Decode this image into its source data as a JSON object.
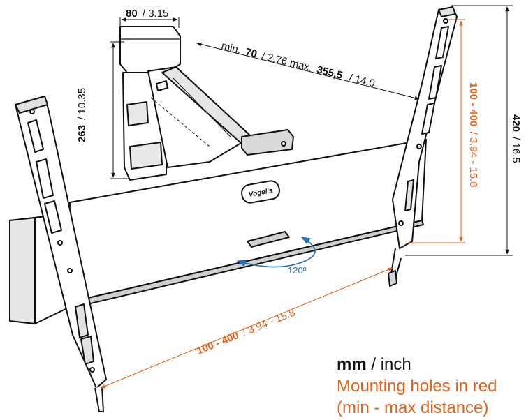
{
  "dimensions": {
    "depth_min_max": {
      "pre_min": "min.",
      "min_bold": "70",
      "min_rest": "/ 2.76 max.",
      "max_bold": "355,5",
      "max_rest": "/ 14.0"
    },
    "arm_width": {
      "bold": "80",
      "rest": "/ 3.15"
    },
    "arm_height": {
      "bold": "263",
      "rest": "/ 10.35"
    },
    "total_height": {
      "bold": "420",
      "rest": "/ 16.5"
    },
    "vertical_holes": {
      "bold": "100 - 400",
      "rest": "/ 3.94 - 15.8"
    },
    "horizontal_holes": {
      "bold": "100 - 400",
      "rest": "/ 3.94 - 15.8"
    },
    "rotation": "120º"
  },
  "legend": {
    "units_bold": "mm",
    "units_rest": "/ inch",
    "holes_note": "Mounting holes in red",
    "distance_note": "(min - max distance)"
  },
  "brand": {
    "logo": "Vogel's"
  },
  "colors": {
    "accent_red": "#e2621b",
    "rotation_blue": "#1f6fb5",
    "line": "#111111"
  }
}
